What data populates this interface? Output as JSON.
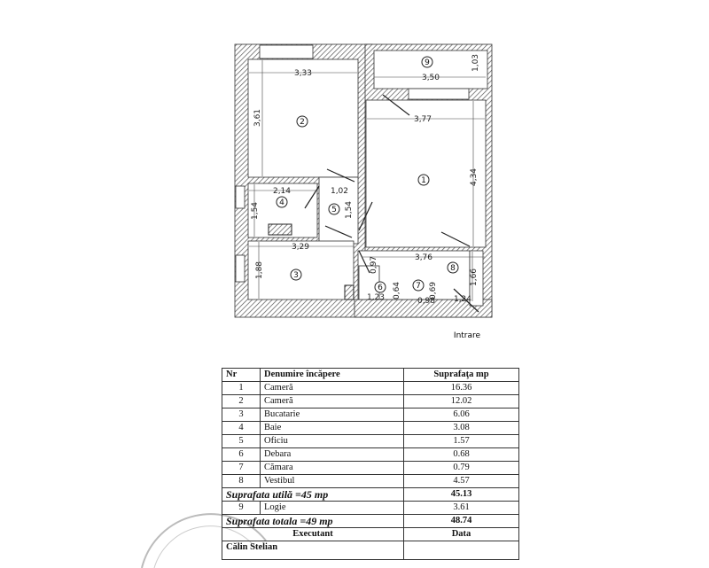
{
  "plan": {
    "rooms": [
      "1",
      "2",
      "3",
      "4",
      "5",
      "6",
      "7",
      "8",
      "9"
    ],
    "dimensions": {
      "r2_width": "3,33",
      "r2_height": "3,61",
      "r9_width": "3,50",
      "r9_height": "1,03",
      "r1_width": "3,77",
      "r1_height": "4,34",
      "r4_width": "2,14",
      "r4_height": "1,54",
      "r5_width": "1,02",
      "r5_height": "1,54",
      "r3_width": "3,29",
      "r3_height": "1,88",
      "r8_width": "3,76",
      "r8_height": "1,66",
      "hall_h": "0,97",
      "r6_width": "1,23",
      "r6_height": "0,64",
      "r7_width": "0,98",
      "r7_height": "0,69",
      "entry_width": "1,24"
    },
    "entrance_label": "Intrare"
  },
  "table": {
    "headers": {
      "nr": "Nr",
      "name": "Denumire încăpere",
      "area": "Suprafaţa mp"
    },
    "rows": [
      {
        "nr": "1",
        "name": "Cameră",
        "area": "16.36"
      },
      {
        "nr": "2",
        "name": "Cameră",
        "area": "12.02"
      },
      {
        "nr": "3",
        "name": "Bucatarie",
        "area": "6.06"
      },
      {
        "nr": "4",
        "name": "Baie",
        "area": "3.08"
      },
      {
        "nr": "5",
        "name": "Oficiu",
        "area": "1.57"
      },
      {
        "nr": "6",
        "name": "Debara",
        "area": "0.68"
      },
      {
        "nr": "7",
        "name": "Cămara",
        "area": "0.79"
      },
      {
        "nr": "8",
        "name": "Vestibul",
        "area": "4.57"
      }
    ],
    "useful_label": "Suprafata utilă =45 mp",
    "useful_value": "45.13",
    "logia": {
      "nr": "9",
      "name": "Logie",
      "area": "3.61"
    },
    "total_label": "Suprafata totala =49 mp",
    "total_value": "48.74",
    "executant_label": "Executant",
    "date_label": "Data",
    "executant_name": "Călin Stelian"
  }
}
